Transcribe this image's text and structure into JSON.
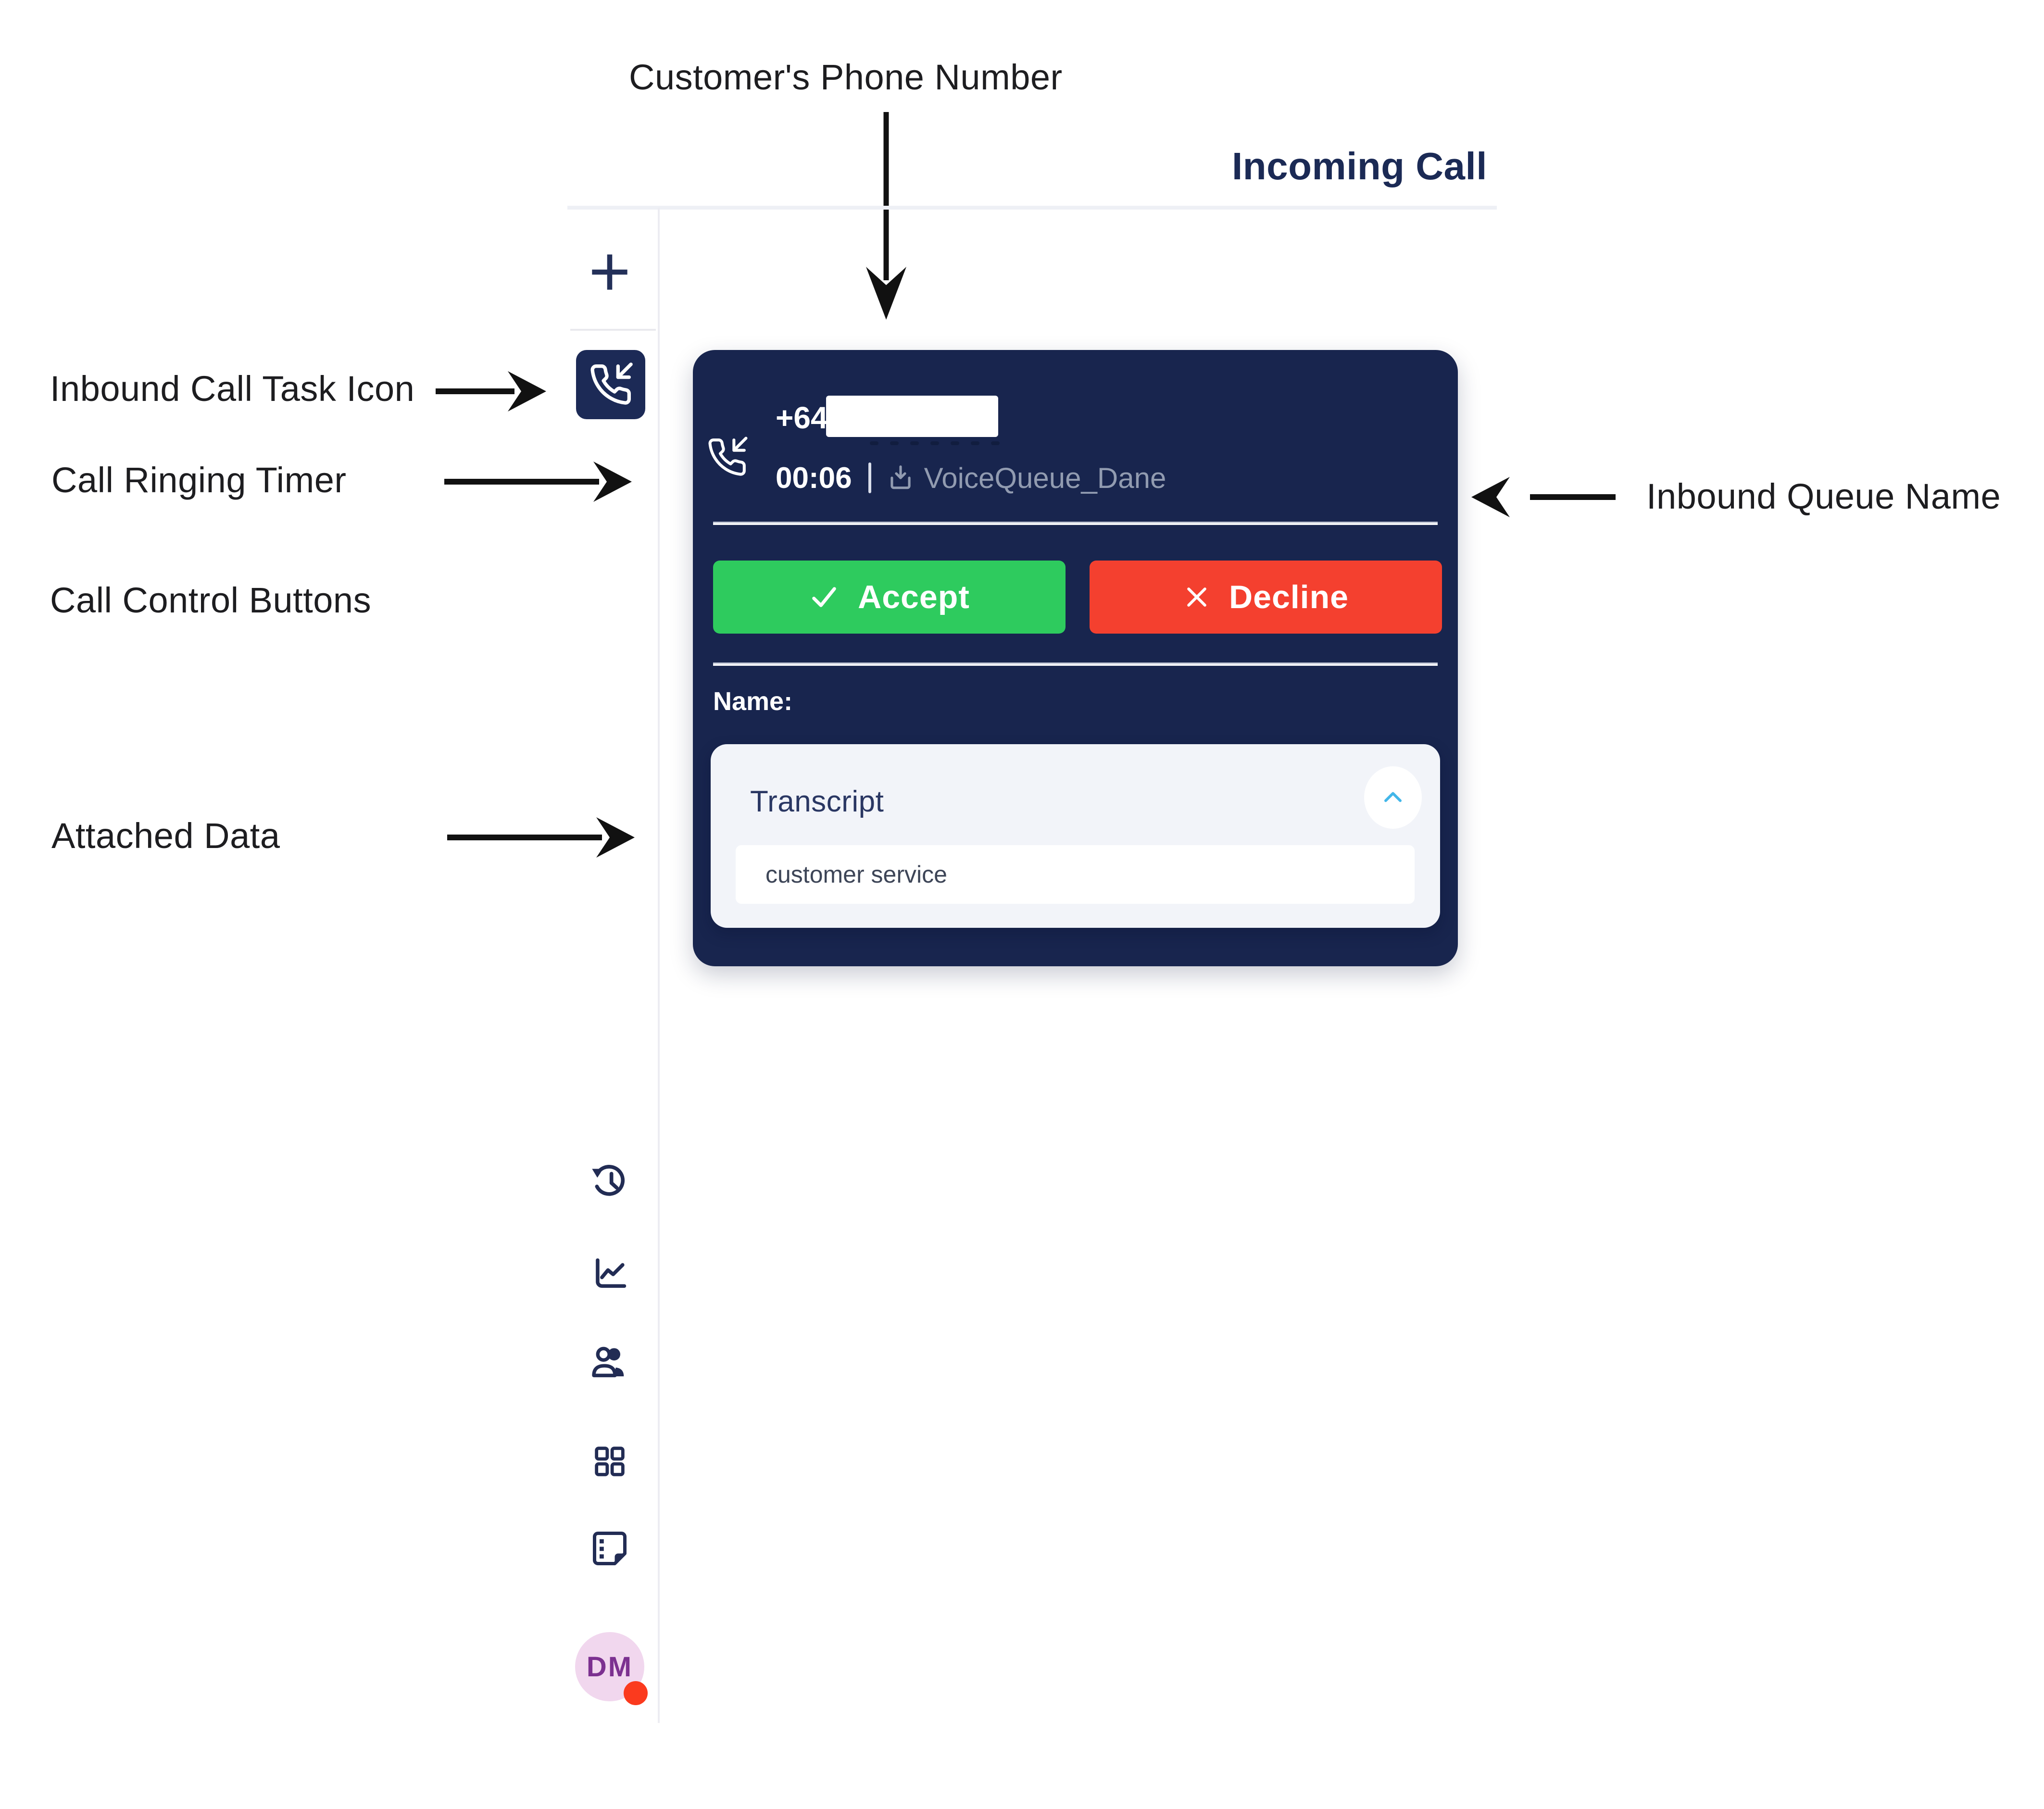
{
  "annotations": {
    "customer_phone_label": "Customer's Phone Number",
    "inbound_task_label": "Inbound Call Task Icon",
    "ringing_timer_label": "Call Ringing Timer",
    "call_controls_label": "Call Control Buttons",
    "attached_data_label": "Attached Data",
    "inbound_queue_label": "Inbound Queue Name"
  },
  "header": {
    "title": "Incoming Call"
  },
  "sidebar": {
    "icons": [
      {
        "name": "new-task-plus-icon"
      },
      {
        "name": "inbound-call-task-icon",
        "active": true
      },
      {
        "name": "history-icon"
      },
      {
        "name": "metrics-chart-icon"
      },
      {
        "name": "contacts-icon"
      },
      {
        "name": "apps-grid-icon"
      },
      {
        "name": "notes-icon"
      }
    ],
    "avatar": {
      "initials": "DM",
      "status": "busy"
    }
  },
  "call_card": {
    "phone_number_prefix": "+64",
    "ringing_timer": "00:06",
    "queue_name": "VoiceQueue_Dane",
    "accept_label": "Accept",
    "decline_label": "Decline",
    "name_label": "Name:",
    "transcript_title": "Transcript",
    "transcript_value": "customer service"
  },
  "colors": {
    "card_navy": "#18254e",
    "icon_navy": "#233059",
    "accept_green": "#2ecb5e",
    "decline_red": "#f4402f",
    "queue_gray": "#919bb0",
    "chevron_blue": "#42b6e9",
    "avatar_bg": "#f1d7ee",
    "avatar_text": "#7c3190",
    "status_dot_red": "#fb3a1e",
    "annotation_black": "#1d1d20"
  }
}
